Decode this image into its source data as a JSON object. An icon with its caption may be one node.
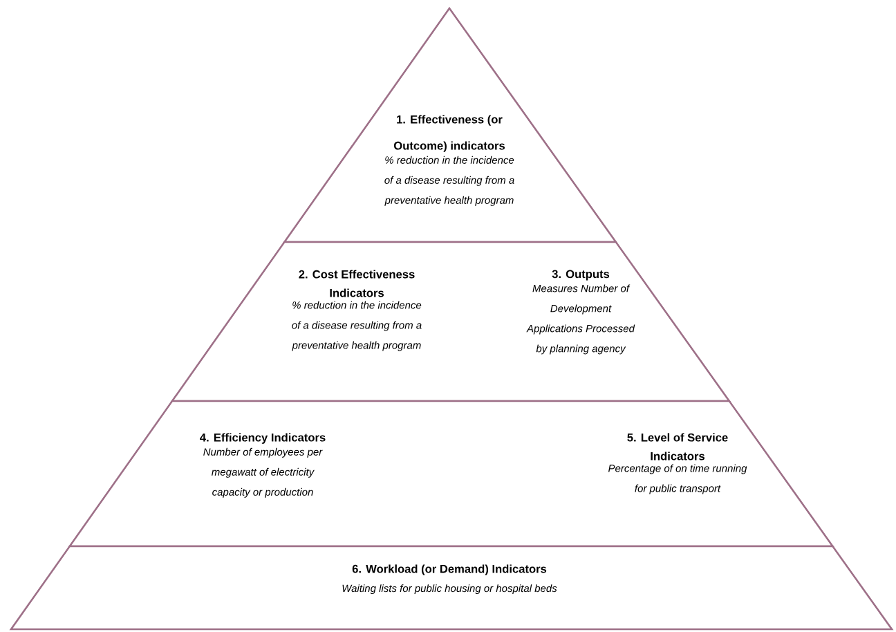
{
  "diagram": {
    "nodes": [
      {
        "text": [
          "1. Effectiveness (or Outcome) indicators",
          "% reduction in the incidence of a disease resulting from a preventative health program"
        ]
      },
      {
        "text": [],
        "shape": "band"
      },
      {
        "text": [
          "2. Cost Effectiveness Indicators",
          "% reduction in the incidence of a disease resulting from a preventative health program"
        ],
        "in": 1
      },
      {
        "text": [
          "3. Outputs",
          "Measures Number of Development Applications Processed by planning agency"
        ],
        "in": 1
      },
      {
        "text": [],
        "shape": "band"
      },
      {
        "text": [
          "4. Efficiency Indicators",
          "Number of employees per megawatt of electricity capacity or production"
        ],
        "in": 4
      },
      {
        "text": [
          "5. Level of Service Indicators",
          "Percentage of on time running for public transport"
        ],
        "in": 4
      },
      {
        "text": [
          "6. Workload (or Demand) Indicators",
          "Waiting lists for public housing or hospital beds"
        ]
      }
    ]
  }
}
